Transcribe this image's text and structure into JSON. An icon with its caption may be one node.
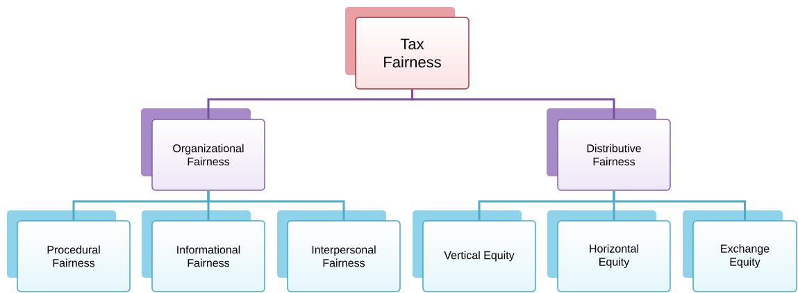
{
  "diagram": {
    "nodes": [
      {
        "text": [
          "Tax Fairness"
        ]
      },
      {
        "text": [
          "Organizational Fairness"
        ]
      },
      {
        "text": [
          "Distributive Fairness"
        ]
      },
      {
        "text": [
          "Procedural Fairness"
        ]
      },
      {
        "text": [
          "Informational Fairness"
        ]
      },
      {
        "text": [
          "Interpersonal Fairness"
        ]
      },
      {
        "text": [
          "Vertical Equity"
        ]
      },
      {
        "text": [
          "Horizontal Equity"
        ]
      },
      {
        "text": [
          "Exchange Equity"
        ]
      }
    ],
    "edges": [
      {
        "from": 0,
        "to": 1,
        "arrow": "none",
        "color": "#7b4f9d"
      },
      {
        "from": 0,
        "to": 2,
        "arrow": "none",
        "color": "#7b4f9d"
      },
      {
        "from": 1,
        "to": 3,
        "arrow": "none",
        "color": "#4bacc6"
      },
      {
        "from": 1,
        "to": 4,
        "arrow": "none",
        "color": "#4bacc6"
      },
      {
        "from": 1,
        "to": 5,
        "arrow": "none",
        "color": "#4bacc6"
      },
      {
        "from": 2,
        "to": 6,
        "arrow": "none",
        "color": "#4bacc6"
      },
      {
        "from": 2,
        "to": 7,
        "arrow": "none",
        "color": "#4bacc6"
      },
      {
        "from": 2,
        "to": 8,
        "arrow": "none",
        "color": "#4bacc6"
      }
    ]
  }
}
